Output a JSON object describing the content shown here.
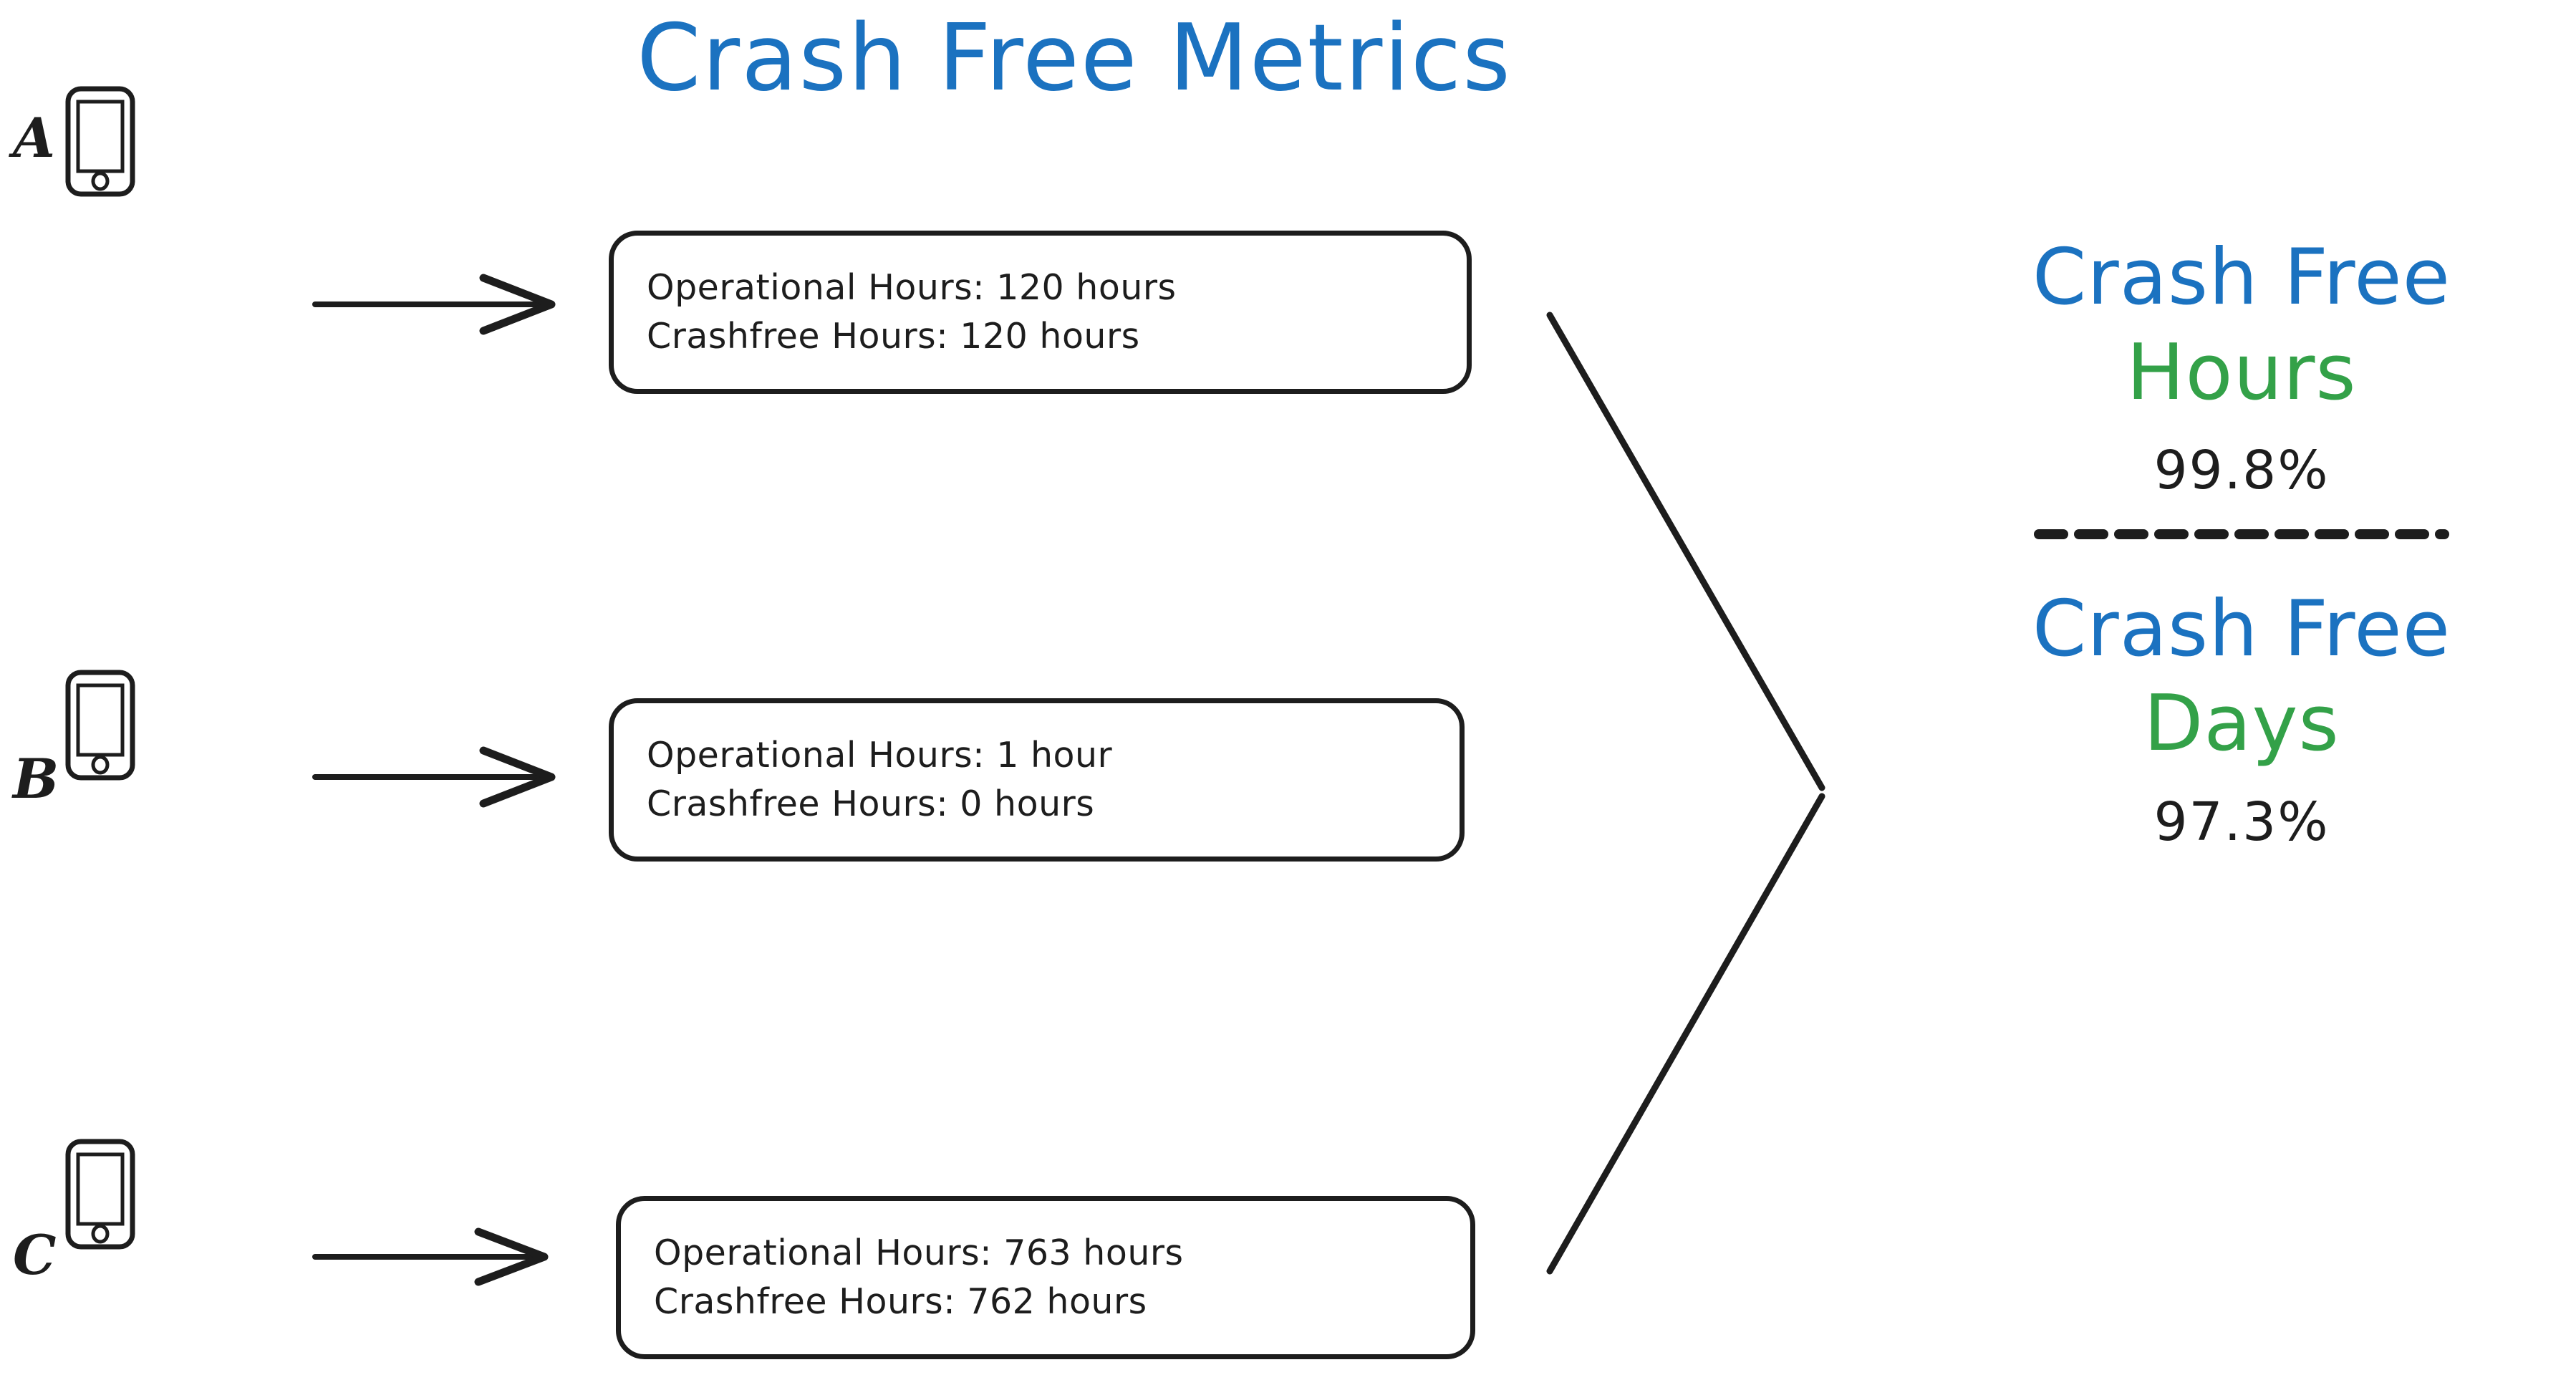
{
  "title": "Crash Free Metrics",
  "colors": {
    "blue": "#1B72C0",
    "green": "#33A148",
    "ink": "#1D1D1D",
    "background": "#FFFFFF"
  },
  "devices": [
    {
      "label": "A",
      "icon": "phone-icon",
      "arrow": "arrow-right-icon",
      "lines": [
        "Operational Hours: 120 hours",
        "Crashfree Hours: 120 hours"
      ]
    },
    {
      "label": "B",
      "icon": "phone-icon",
      "arrow": "arrow-right-icon",
      "lines": [
        "Operational Hours: 1 hour",
        "Crashfree Hours: 0 hours"
      ]
    },
    {
      "label": "C",
      "icon": "phone-icon",
      "arrow": "arrow-right-icon",
      "lines": [
        "Operational Hours: 763 hours",
        "Crashfree Hours: 762 hours"
      ]
    }
  ],
  "results": {
    "divider": "dashed-divider",
    "metrics": [
      {
        "title_primary": "Crash Free",
        "title_secondary": "Hours",
        "value": "99.8%"
      },
      {
        "title_primary": "Crash Free",
        "title_secondary": "Days",
        "value": "97.3%"
      }
    ]
  },
  "chart_data": {
    "type": "diagram",
    "title": "Crash Free Metrics",
    "nodes": [
      {
        "id": "A",
        "operational_hours": 120,
        "crashfree_hours": 120,
        "operational_unit": "hours",
        "crashfree_unit": "hours"
      },
      {
        "id": "B",
        "operational_hours": 1,
        "crashfree_hours": 0,
        "operational_unit": "hour",
        "crashfree_unit": "hours"
      },
      {
        "id": "C",
        "operational_hours": 763,
        "crashfree_hours": 762,
        "operational_unit": "hours",
        "crashfree_unit": "hours"
      }
    ],
    "outputs": [
      {
        "name": "Crash Free Hours",
        "value": 99.8,
        "unit": "%"
      },
      {
        "name": "Crash Free Days",
        "value": 97.3,
        "unit": "%"
      }
    ]
  }
}
